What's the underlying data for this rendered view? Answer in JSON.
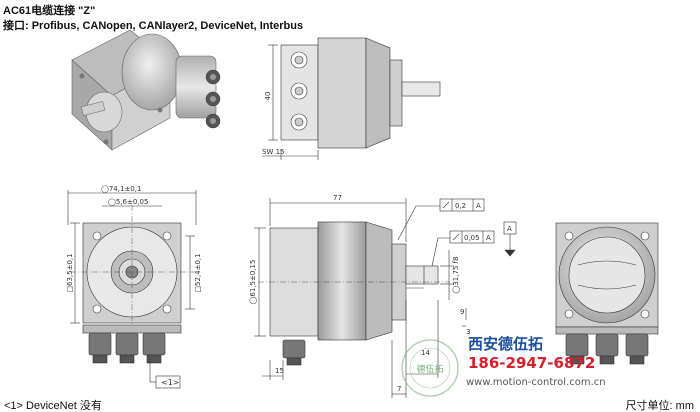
{
  "header": {
    "title": "AC61电缆连接 \"Z\"",
    "subtitle": "接口: Profibus, CANopen, CANlayer2, DeviceNet, Interbus"
  },
  "footer": {
    "footnote": "<1> DeviceNet 没有",
    "unit": "尺寸单位: mm"
  },
  "dimensions": {
    "top_height": "40",
    "top_sw": "SW 15",
    "front_outer_dia": "◯74,1±0,1",
    "front_bolt_dia": "◯5,6±0,05",
    "front_square_outer": "□63,5±0,1",
    "front_square_inner": "□52,4±0,1",
    "callout_1": "<1>",
    "side_length": "77",
    "side_flange_dia": "◯61,5±0,15",
    "side_shaft_dia": "◯31,75 f8",
    "side_key_9": "9",
    "side_key_14": "14",
    "side_key_3": "3",
    "side_15": "15",
    "side_7": "7",
    "tol_runout": "0,2",
    "tol_perp": "0,05",
    "datum_a": "A"
  },
  "watermark": {
    "company": "西安德伍拓",
    "phone": "186-2947-6872",
    "url": "www.motion-control.com.cn",
    "seal_text": "德伍拓"
  },
  "colors": {
    "line": "#333333",
    "body_gray": "#c8c8c8",
    "dark_gray": "#8a8a8a",
    "watermark_blue": "#1c4f9c",
    "watermark_red": "#d81e2a"
  }
}
